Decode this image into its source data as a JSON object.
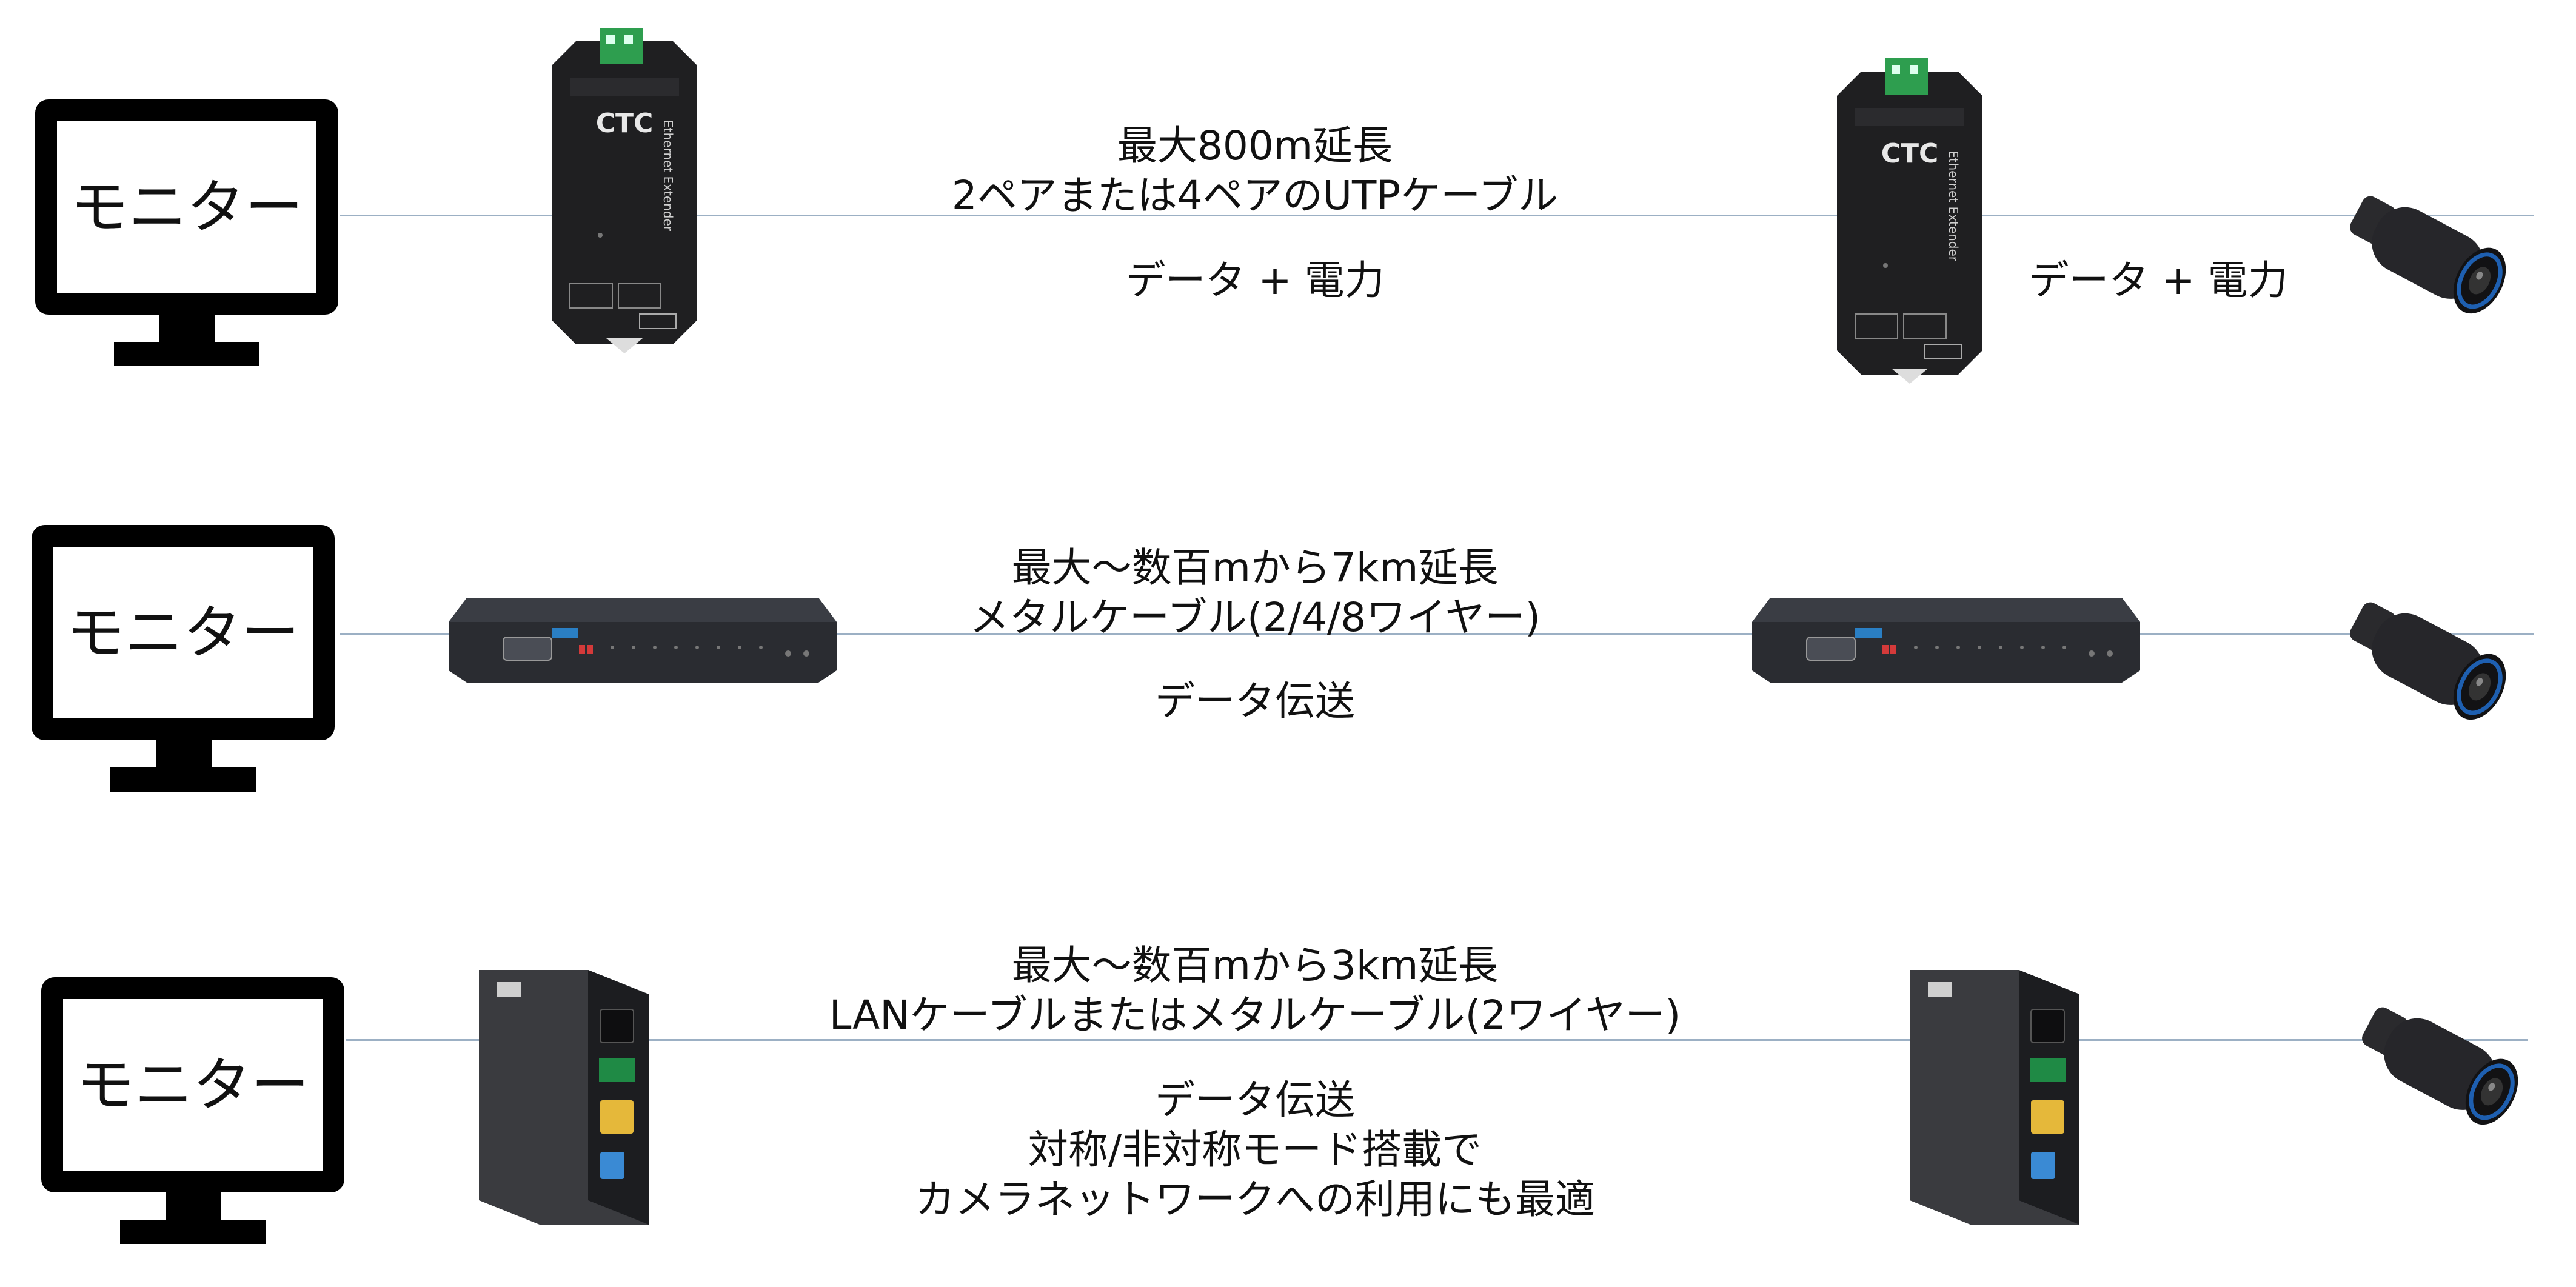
{
  "rows": [
    {
      "monitor_label": "モニター",
      "spec_lines": [
        "最大800m延長",
        "2ペアまたは4ペアのUTPケーブル"
      ],
      "middle_note_lines": [
        "データ + 電力"
      ],
      "right_note": "データ + 電力",
      "device_brand": "CTC",
      "device_side_text": "Ethernet Extender"
    },
    {
      "monitor_label": "モニター",
      "spec_lines": [
        "最大～数百mから7km延長",
        "メタルケーブル(2/4/8ワイヤー)"
      ],
      "middle_note_lines": [
        "データ伝送"
      ],
      "right_note": "",
      "device_brand": "",
      "device_side_text": ""
    },
    {
      "monitor_label": "モニター",
      "spec_lines": [
        "最大～数百mから3km延長",
        "LANケーブルまたはメタルケーブル(2ワイヤー)"
      ],
      "middle_note_lines": [
        "データ伝送",
        "対称/非対称モード搭載で",
        "カメラネットワークへの利用にも最適"
      ],
      "right_note": "",
      "device_brand": "",
      "device_side_text": ""
    }
  ],
  "colors": {
    "connector_line": "#9cb0c4",
    "device_body": "#1f1f21",
    "monitor": "#000000",
    "camera_lens_ring": "#1e5fb0"
  },
  "icons": {
    "monitor": "monitor-icon",
    "device": "ethernet-extender-icon",
    "camera": "security-camera-icon"
  }
}
